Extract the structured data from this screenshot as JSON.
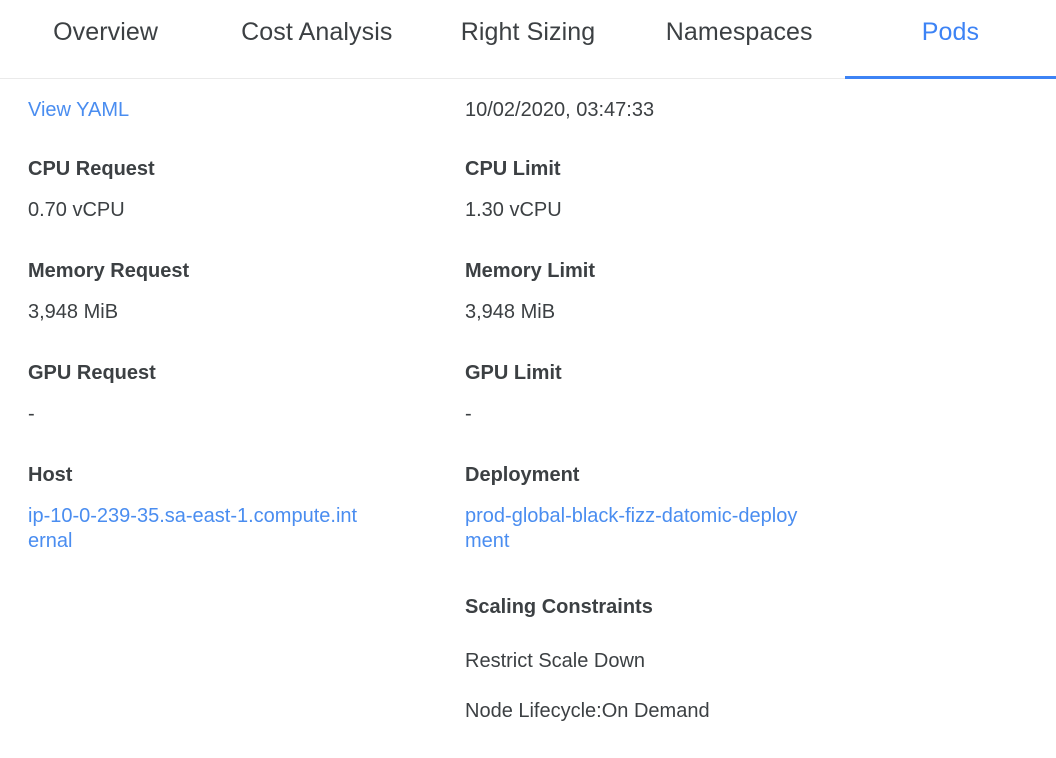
{
  "tabs": [
    {
      "label": "Overview",
      "active": false,
      "name": "tab-overview"
    },
    {
      "label": "Cost Analysis",
      "active": false,
      "name": "tab-cost-analysis"
    },
    {
      "label": "Right Sizing",
      "active": false,
      "name": "tab-right-sizing"
    },
    {
      "label": "Namespaces",
      "active": false,
      "name": "tab-namespaces"
    },
    {
      "label": "Pods",
      "active": true,
      "name": "tab-pods"
    }
  ],
  "colors": {
    "accent": "#3d83f5",
    "link": "#4a8df0",
    "text": "#3c4043",
    "divider": "#eaeaea",
    "background": "#ffffff"
  },
  "left_column": {
    "view_yaml_link": "View YAML",
    "cpu_request_label": "CPU Request",
    "cpu_request_value": "0.70 vCPU",
    "memory_request_label": "Memory Request",
    "memory_request_value": "3,948 MiB",
    "gpu_request_label": "GPU Request",
    "gpu_request_value": "-",
    "host_label": "Host",
    "host_value": "ip-10-0-239-35.sa-east-1.compute.internal"
  },
  "right_column": {
    "timestamp": "10/02/2020, 03:47:33",
    "cpu_limit_label": "CPU Limit",
    "cpu_limit_value": "1.30 vCPU",
    "memory_limit_label": "Memory Limit",
    "memory_limit_value": "3,948 MiB",
    "gpu_limit_label": "GPU Limit",
    "gpu_limit_value": "-",
    "deployment_label": "Deployment",
    "deployment_value": "prod-global-black-fizz-datomic-deployment",
    "scaling_constraints_label": "Scaling Constraints",
    "scaling_constraint_1": "Restrict Scale Down",
    "scaling_constraint_2": "Node Lifecycle:On Demand"
  }
}
